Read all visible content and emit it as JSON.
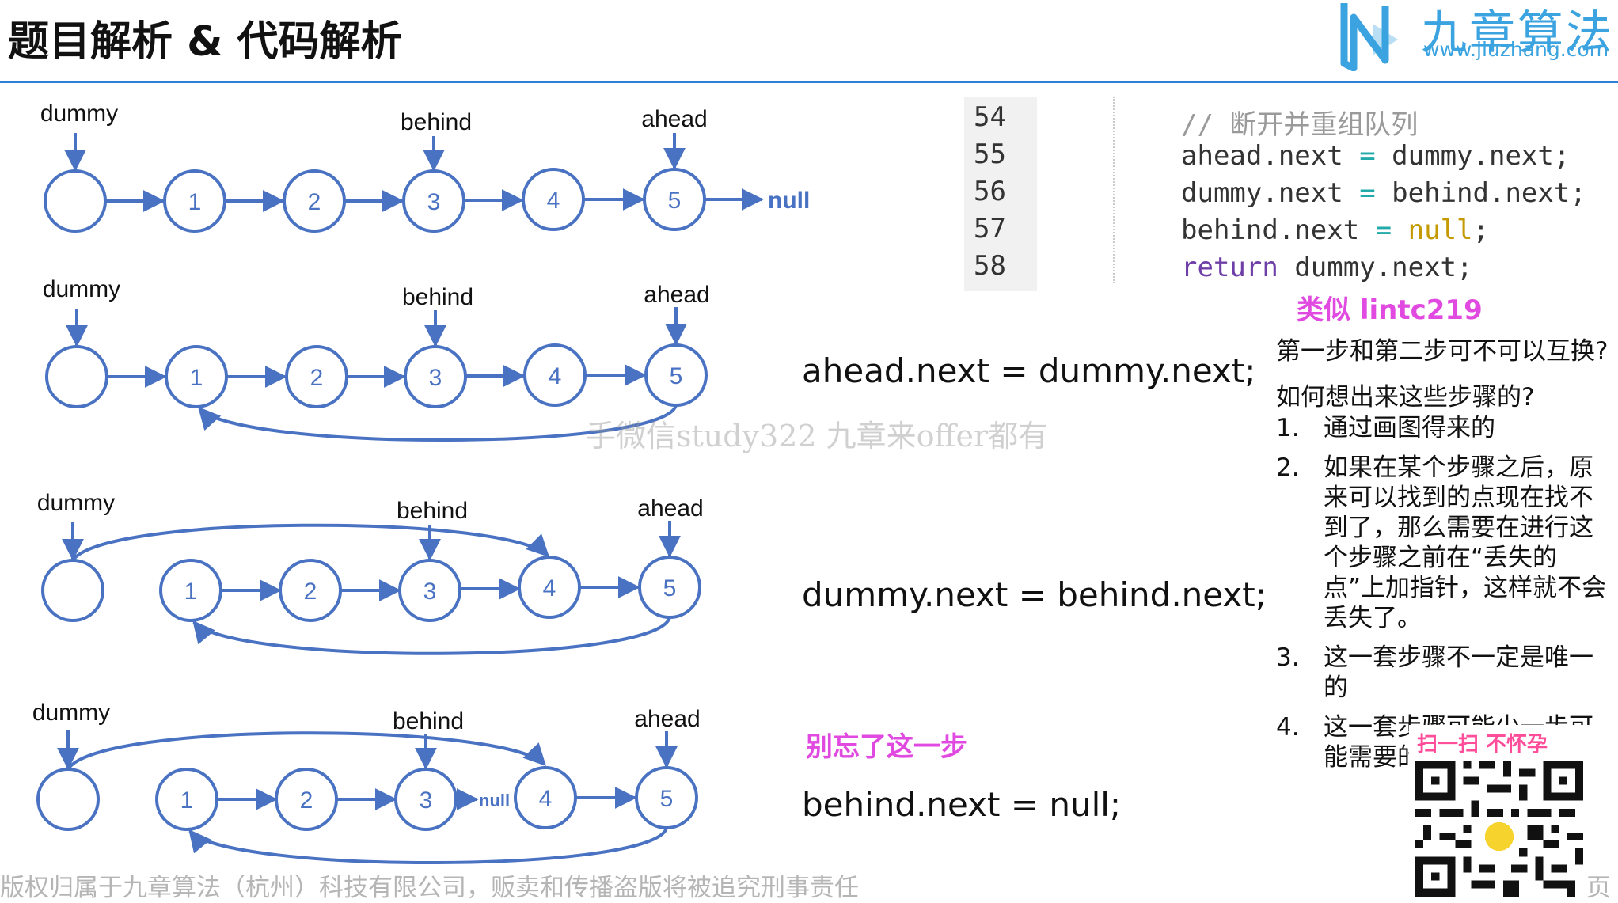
{
  "header": {
    "title": "题目解析 & 代码解析",
    "logo_text": "九章算法",
    "logo_url": "www.jiuzhang.com"
  },
  "diagram": {
    "node_labels": [
      "1",
      "2",
      "3",
      "4",
      "5"
    ],
    "null_label": "null",
    "pointer_labels": {
      "dummy": "dummy",
      "behind": "behind",
      "ahead": "ahead"
    }
  },
  "code": {
    "line_numbers": [
      "54",
      "55",
      "56",
      "57",
      "58"
    ],
    "lines": {
      "comment": "// 断开并重组队列",
      "l55_a": "ahead.next",
      "l55_eq": "=",
      "l55_b": "dummy.next;",
      "l56_a": "dummy.next",
      "l56_eq": "=",
      "l56_b": "behind.next;",
      "l57_a": "behind.next",
      "l57_eq": "=",
      "l57_b": "null",
      "l57_semi": ";",
      "l58_kw": "return",
      "l58_b": "dummy.next;"
    }
  },
  "statements": {
    "step1": "ahead.next = dummy.next;",
    "step2": "dummy.next = behind.next;",
    "step3": "behind.next = null;",
    "reminder": "别忘了这一步"
  },
  "sidebar": {
    "reference": "类似 lintc219",
    "question1": "第一步和第二步可不可以互换?",
    "question2": "如何想出来这些步骤的?",
    "notes": [
      {
        "num": "1.",
        "text": "通过画图得来的"
      },
      {
        "num": "2.",
        "text": "如果在某个步骤之后，原来可以找到的点现在找不到了，那么需要在进行这个步骤之前在“丢失的点”上加指针，这样就不会丢失了。"
      },
      {
        "num": "3.",
        "text": "这一套步骤不一定是唯一的"
      },
      {
        "num": "4.",
        "text": "这一套步骤可能少一步可能需要的指针"
      }
    ]
  },
  "overlay": {
    "watermark": "手微信study322 九章来offer都有",
    "qr_banner": "扫一扫 不怀孕"
  },
  "footer": {
    "copyright": "版权归属于九章算法（杭州）科技有限公司，贩卖和传播盗版将被追究刑事责任",
    "page_suffix": "页"
  },
  "colors": {
    "diagram_blue": "#4a72c2",
    "accent_pink": "#e14ae0",
    "header_rule": "#2f7fd8",
    "logo": "#3aa3e0"
  }
}
